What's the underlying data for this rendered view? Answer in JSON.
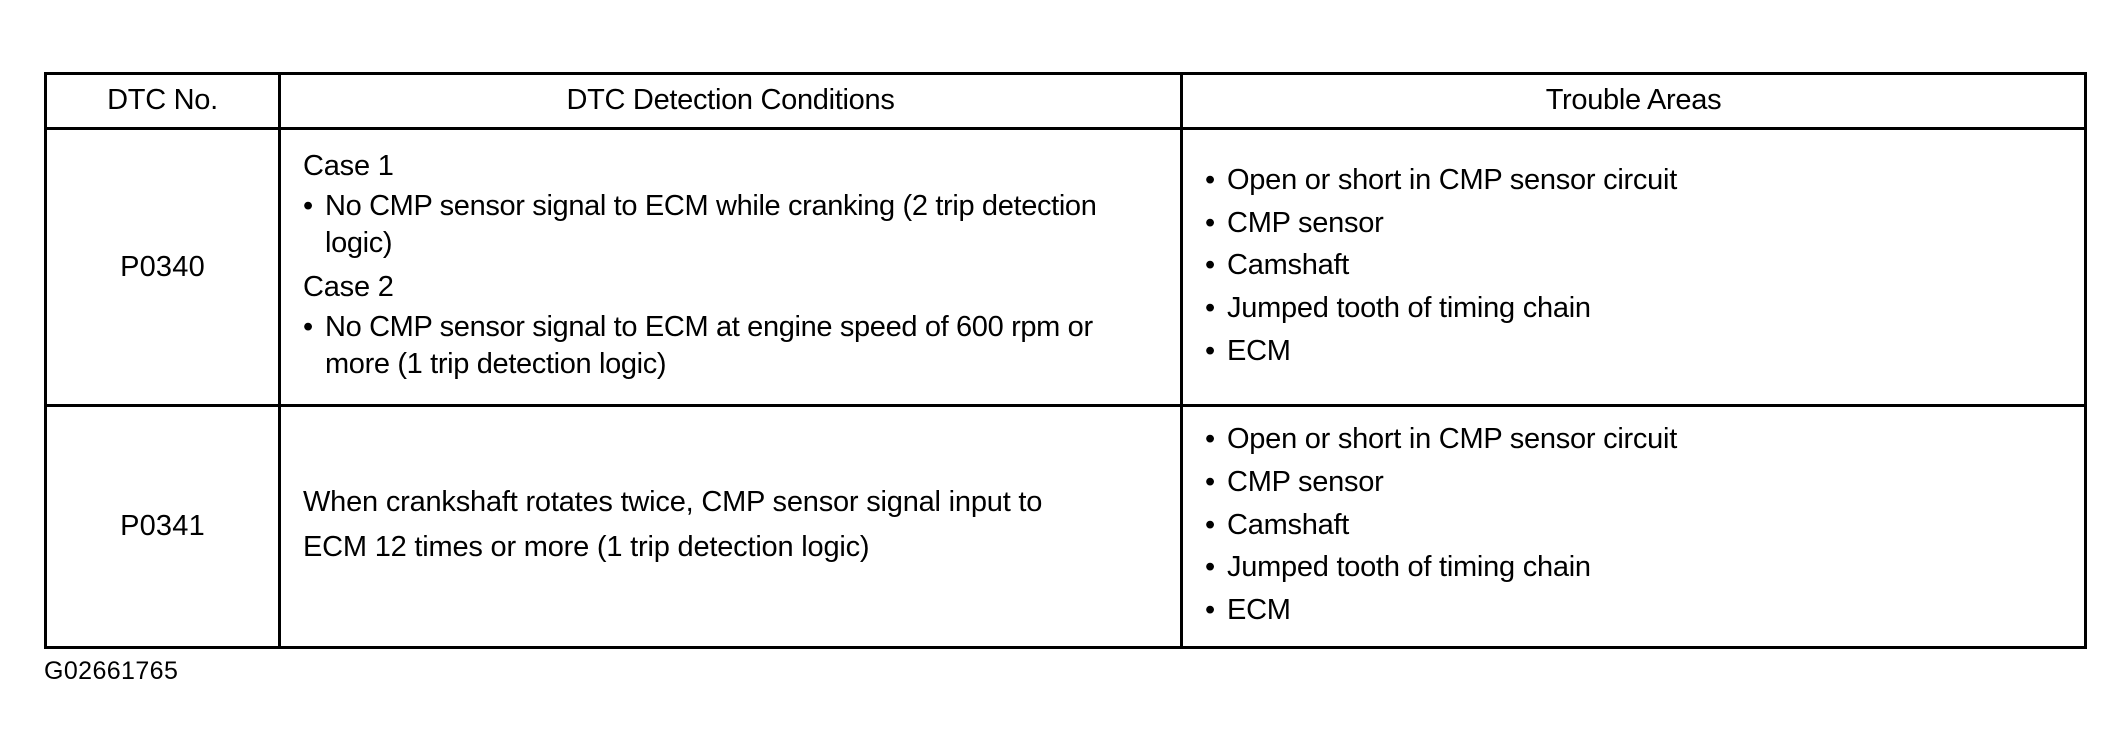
{
  "figure": {
    "id_label": "G02661765"
  },
  "table": {
    "headers": {
      "dtc_no": "DTC No.",
      "detection_conditions": "DTC Detection Conditions",
      "trouble_areas": "Trouble Areas"
    },
    "rows": [
      {
        "dtc_no": "P0340",
        "conditions": {
          "blocks": [
            {
              "label": "Case 1",
              "items": [
                {
                  "bullet": "•",
                  "lines": [
                    "No CMP sensor signal to ECM while cranking (2 trip detection",
                    "logic)"
                  ]
                }
              ]
            },
            {
              "label": "Case 2",
              "items": [
                {
                  "bullet": "•",
                  "lines": [
                    "No CMP sensor signal to ECM at engine speed of 600 rpm or",
                    "more (1 trip detection logic)"
                  ]
                }
              ]
            }
          ]
        },
        "trouble_areas": [
          {
            "bullet": "•",
            "text": "Open or short in CMP sensor circuit"
          },
          {
            "bullet": "•",
            "text": "CMP sensor"
          },
          {
            "bullet": "•",
            "text": "Camshaft"
          },
          {
            "bullet": "•",
            "text": "Jumped tooth of timing chain"
          },
          {
            "bullet": "•",
            "text": "ECM"
          }
        ]
      },
      {
        "dtc_no": "P0341",
        "conditions": {
          "plain_lines": [
            "When crankshaft rotates twice, CMP sensor signal input to",
            "ECM 12 times or more (1 trip detection logic)"
          ]
        },
        "trouble_areas": [
          {
            "bullet": "•",
            "text": "Open or short in CMP sensor circuit"
          },
          {
            "bullet": "•",
            "text": "CMP sensor"
          },
          {
            "bullet": "•",
            "text": "Camshaft"
          },
          {
            "bullet": "•",
            "text": "Jumped tooth of timing chain"
          },
          {
            "bullet": "•",
            "text": "ECM"
          }
        ]
      }
    ]
  },
  "colors": {
    "ink": "#000000",
    "paper": "#ffffff"
  }
}
